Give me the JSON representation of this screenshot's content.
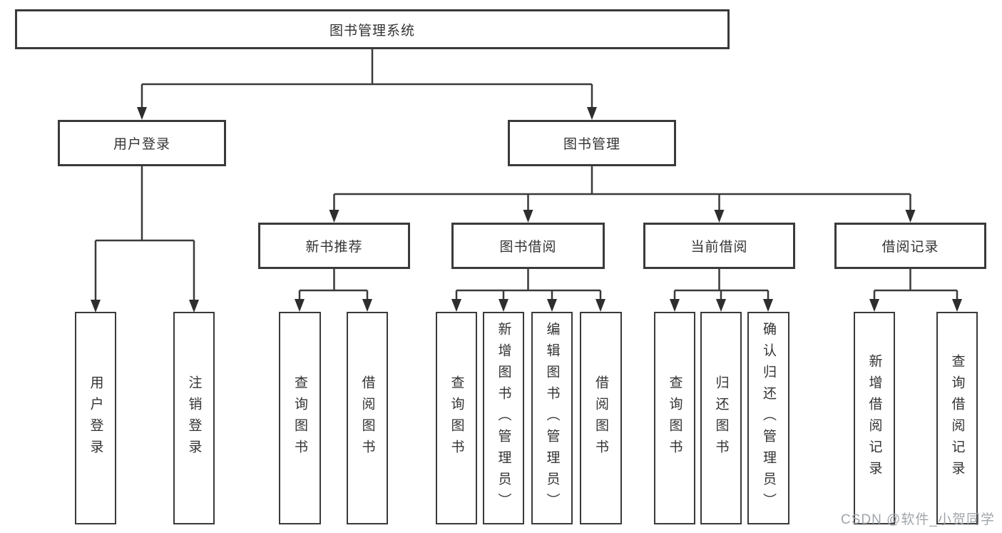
{
  "diagram": {
    "type": "hierarchy-tree",
    "colors": {
      "background": "#ffffff",
      "box_border": "#3a3a3a",
      "box_fill": "#ffffff",
      "line": "#3a3a3a",
      "arrowhead": "#2e2e2e",
      "text": "#333333",
      "watermark": "#a0a5ab"
    }
  },
  "tree": {
    "label": "图书管理系统",
    "children": [
      {
        "label": "用户登录",
        "children": [
          {
            "label": "用户登录"
          },
          {
            "label": "注销登录"
          }
        ]
      },
      {
        "label": "图书管理",
        "children": [
          {
            "label": "新书推荐",
            "children": [
              {
                "label": "查询图书"
              },
              {
                "label": "借阅图书"
              }
            ]
          },
          {
            "label": "图书借阅",
            "children": [
              {
                "label": "查询图书"
              },
              {
                "label": "新增图书（管理员）"
              },
              {
                "label": "编辑图书（管理员）"
              },
              {
                "label": "借阅图书"
              }
            ]
          },
          {
            "label": "当前借阅",
            "children": [
              {
                "label": "查询图书"
              },
              {
                "label": "归还图书"
              },
              {
                "label": "确认归还（管理员）"
              }
            ]
          },
          {
            "label": "借阅记录",
            "children": [
              {
                "label": "新增借阅记录"
              },
              {
                "label": "查询借阅记录"
              }
            ]
          }
        ]
      }
    ]
  },
  "watermark": {
    "text": "CSDN @软件_小贺同学"
  }
}
